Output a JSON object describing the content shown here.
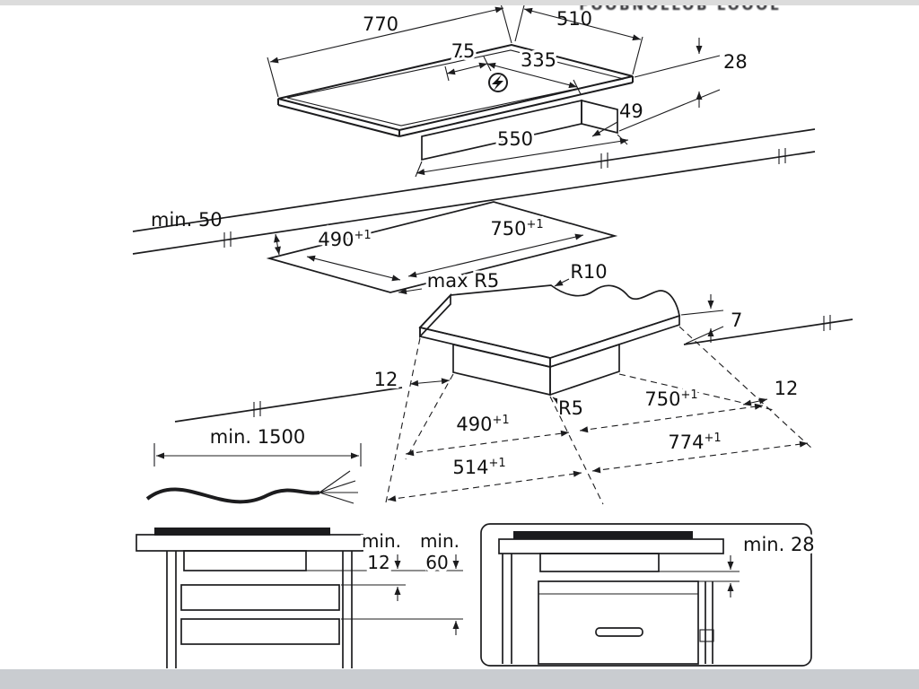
{
  "watermark": "FOOBNOLLOB LOOOL",
  "hob_top": {
    "width": "770",
    "depth": "510",
    "power_pos_a": "75",
    "power_pos_b": "335",
    "total_height": "28",
    "box_height": "49",
    "box_width": "550",
    "power_icon": "lightning-bolt-in-circle"
  },
  "cutout": {
    "wall_clearance": "min. 50",
    "depth": {
      "base": "490",
      "sup": "+1"
    },
    "width": {
      "base": "750",
      "sup": "+1"
    },
    "corner_radius": "max R5"
  },
  "corner_detail": {
    "top_radius": "R10",
    "height_above_worktop": "7",
    "overhang_left": "12",
    "overhang_right": "12",
    "base_radius": "R5",
    "cutout_depth": {
      "base": "490",
      "sup": "+1"
    },
    "cutout_width": {
      "base": "750",
      "sup": "+1"
    },
    "overall_depth": {
      "base": "514",
      "sup": "+1"
    },
    "overall_width": {
      "base": "774",
      "sup": "+1"
    }
  },
  "cable": {
    "min_length": "min. 1500"
  },
  "clearances": {
    "drawer_label_a": "min.",
    "drawer_value_a": "12",
    "drawer_label_b": "min.",
    "drawer_value_b": "60",
    "oven_label": "min. 28"
  },
  "colors": {
    "line": "#1c1c1e",
    "letterbox": "#c9ccd0"
  }
}
